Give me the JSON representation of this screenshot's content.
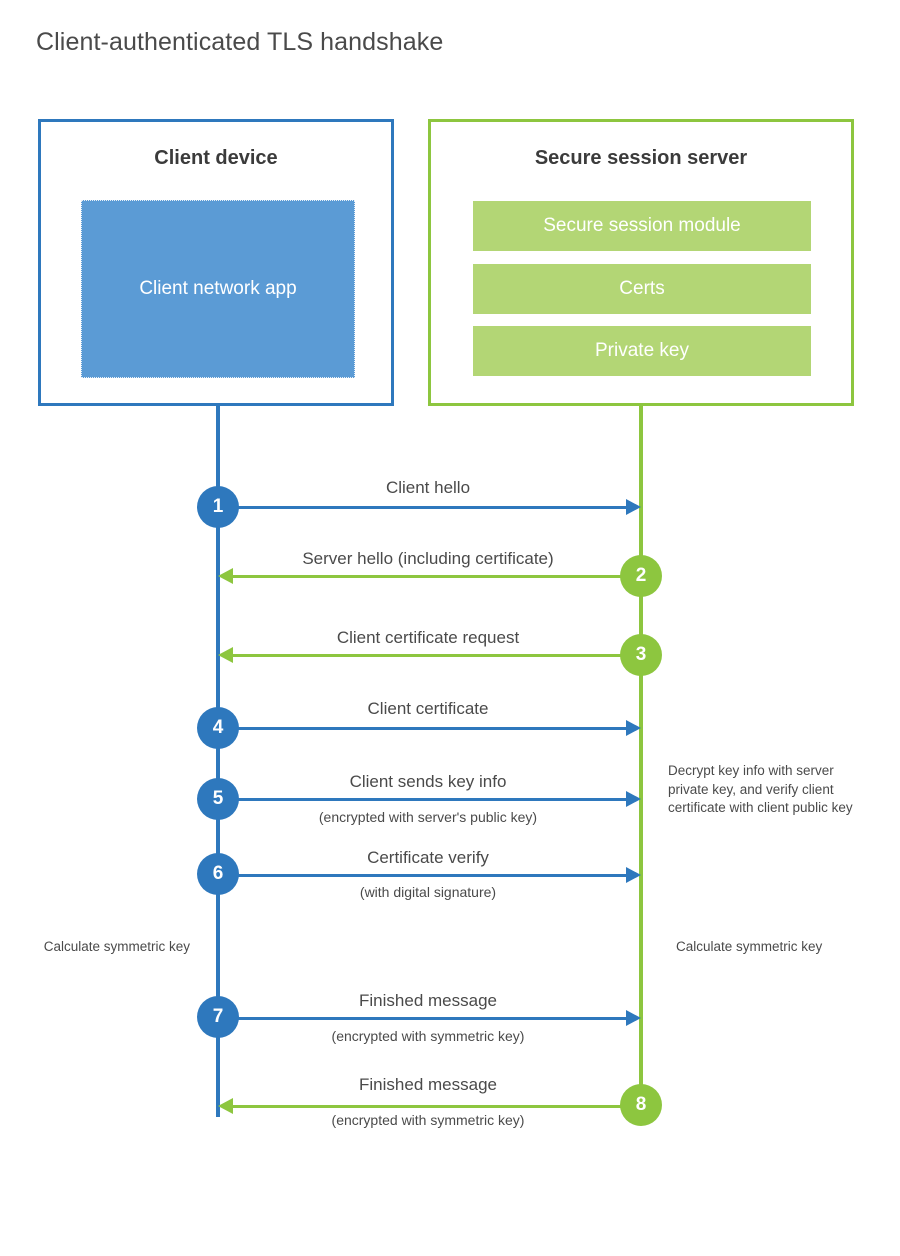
{
  "title": "Client-authenticated TLS handshake",
  "colors": {
    "client_blue": "#2E78BD",
    "client_app_fill": "#5B9BD5",
    "server_green": "#8DC63F",
    "server_bar_fill": "#B3D675",
    "text": "#4a4a4a",
    "background": "#ffffff"
  },
  "client": {
    "title": "Client device",
    "app_label": "Client network app"
  },
  "server": {
    "title": "Secure session server",
    "components": [
      {
        "label": "Secure session module"
      },
      {
        "label": "Certs"
      },
      {
        "label": "Private key"
      }
    ]
  },
  "steps": [
    {
      "number": "1",
      "label": "Client hello",
      "sublabel": "",
      "direction": "client-to-server",
      "actor": "client",
      "color": "#2E78BD"
    },
    {
      "number": "2",
      "label": "Server hello (including certificate)",
      "sublabel": "",
      "direction": "server-to-client",
      "actor": "server",
      "color": "#8DC63F"
    },
    {
      "number": "3",
      "label": "Client certificate request",
      "sublabel": "",
      "direction": "server-to-client",
      "actor": "server",
      "color": "#8DC63F"
    },
    {
      "number": "4",
      "label": "Client certificate",
      "sublabel": "",
      "direction": "client-to-server",
      "actor": "client",
      "color": "#2E78BD"
    },
    {
      "number": "5",
      "label": "Client sends key info",
      "sublabel": "(encrypted with server's public key)",
      "direction": "client-to-server",
      "actor": "client",
      "color": "#2E78BD"
    },
    {
      "number": "6",
      "label": "Certificate verify",
      "sublabel": "(with digital signature)",
      "direction": "client-to-server",
      "actor": "client",
      "color": "#2E78BD"
    },
    {
      "number": "7",
      "label": "Finished message",
      "sublabel": "(encrypted with symmetric key)",
      "direction": "client-to-server",
      "actor": "client",
      "color": "#2E78BD"
    },
    {
      "number": "8",
      "label": "Finished message",
      "sublabel": "(encrypted with symmetric key)",
      "direction": "server-to-client",
      "actor": "server",
      "color": "#8DC63F"
    }
  ],
  "annotations": {
    "server_decrypt_note": "Decrypt key info with server private key, and verify client certificate with client public key",
    "client_calculate_key": "Calculate symmetric key",
    "server_calculate_key": "Calculate symmetric key"
  }
}
